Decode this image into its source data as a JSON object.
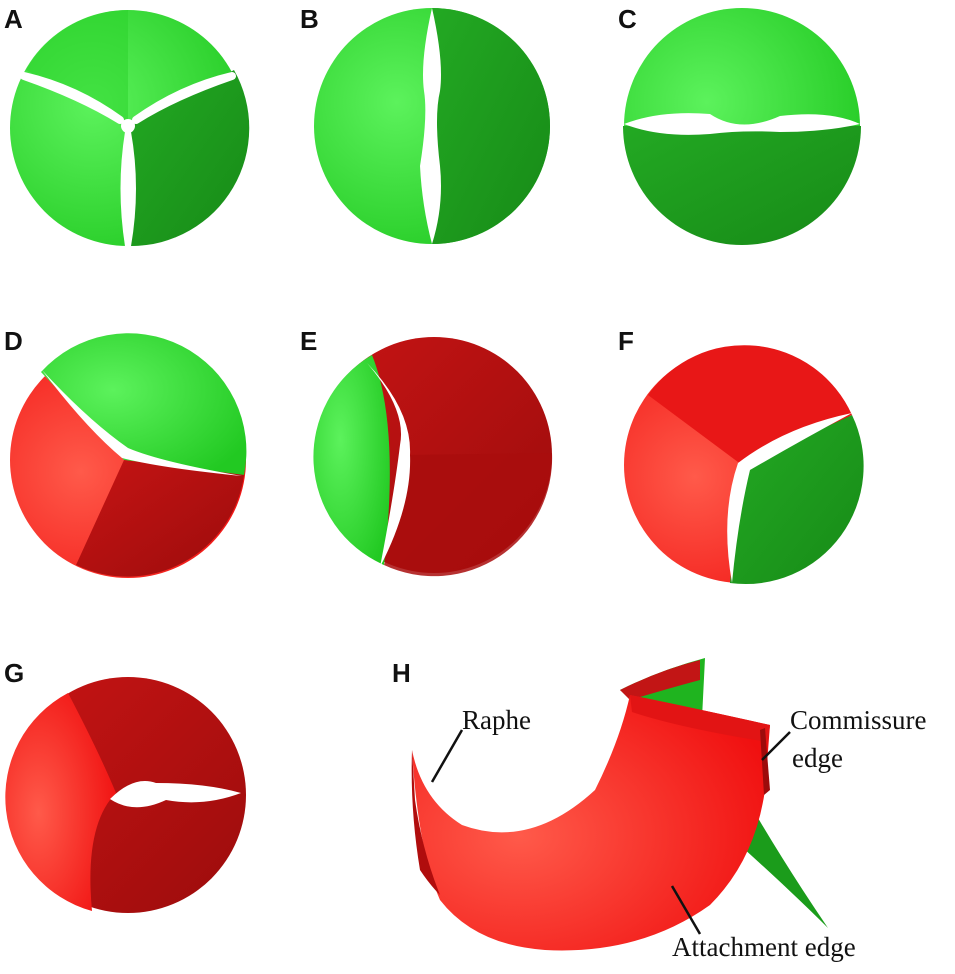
{
  "panels": {
    "a": {
      "label": "A"
    },
    "b": {
      "label": "B"
    },
    "c": {
      "label": "C"
    },
    "d": {
      "label": "D"
    },
    "e": {
      "label": "E"
    },
    "f": {
      "label": "F"
    },
    "g": {
      "label": "G"
    },
    "h": {
      "label": "H"
    }
  },
  "annotations": {
    "raphe": "Raphe",
    "commissure_line1": "Commissure",
    "commissure_line2": "edge",
    "attachment": "Attachment  edge"
  },
  "colors": {
    "green_light": "#2fdc2f",
    "green_dark": "#1c9e1c",
    "red_light": "#ff2a1a",
    "red_dark": "#b80f0f"
  }
}
